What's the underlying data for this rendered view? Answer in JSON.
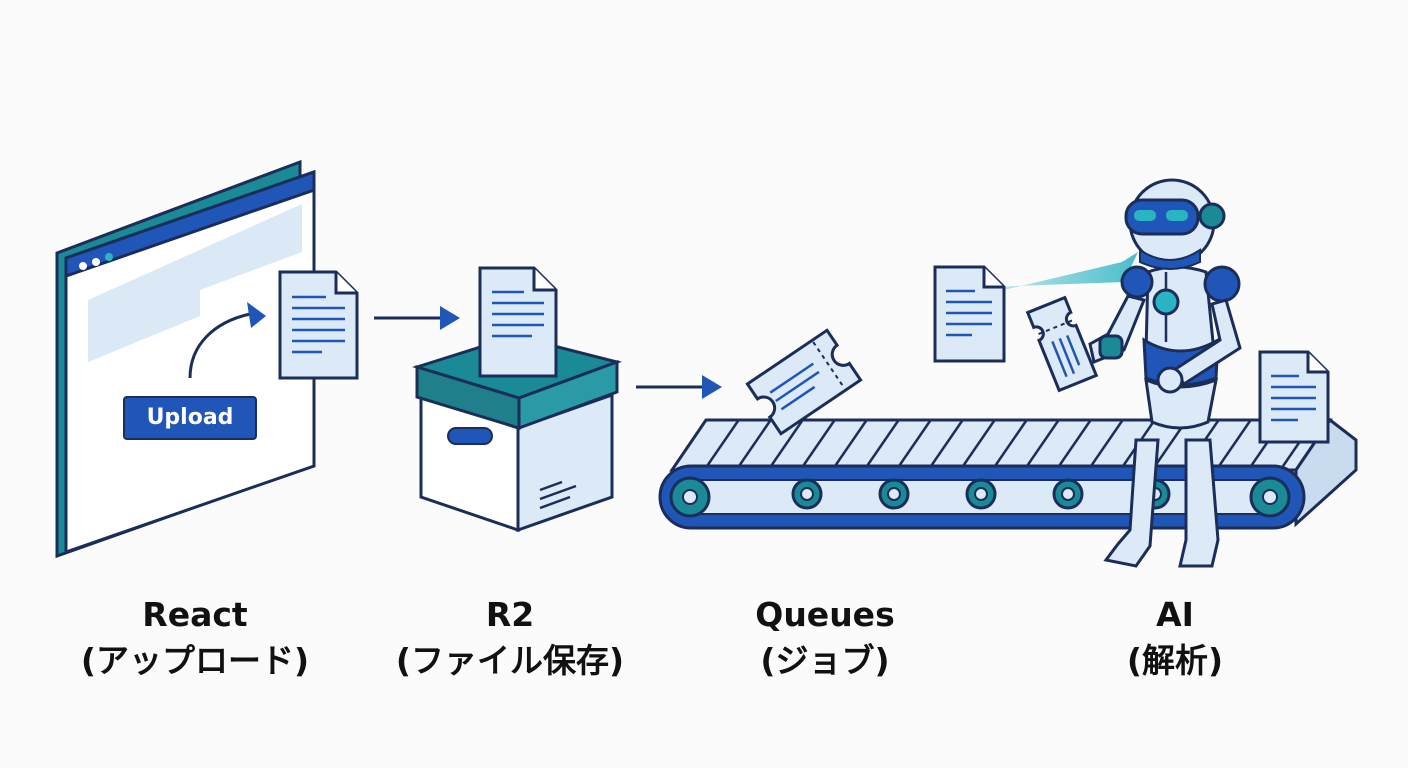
{
  "stages": [
    {
      "id": "react",
      "title": "React",
      "subtitle": "(アップロード)"
    },
    {
      "id": "r2",
      "title": "R2",
      "subtitle": "(ファイル保存)"
    },
    {
      "id": "queues",
      "title": "Queues",
      "subtitle": "(ジョブ)"
    },
    {
      "id": "ai",
      "title": "AI",
      "subtitle": "(解析)"
    }
  ],
  "upload_button": {
    "label": "Upload"
  },
  "colors": {
    "outline": "#1b2d59",
    "blue": "#1f56b8",
    "teal": "#1a8a96",
    "light": "#dce9f6",
    "pale": "#eef5fb"
  }
}
